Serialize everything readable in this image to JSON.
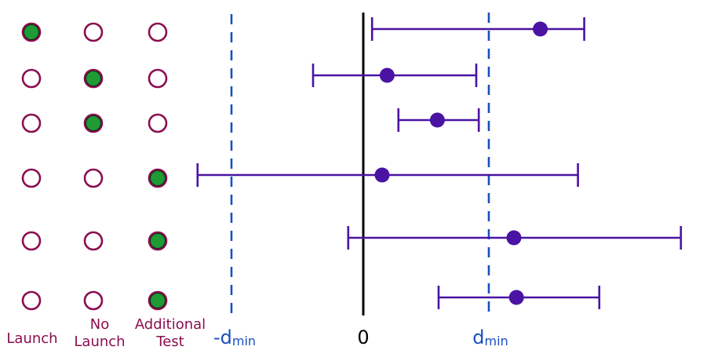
{
  "colors": {
    "option_ring": "#8b0e4f",
    "selected_fill": "#1f9a35",
    "interval": "#4a13a3",
    "threshold": "#1a4fbf",
    "axis": "#000000"
  },
  "decisions": {
    "columns": [
      {
        "key": "launch",
        "label_lines": [
          "Launch"
        ]
      },
      {
        "key": "no_launch",
        "label_lines": [
          "No",
          "Launch"
        ]
      },
      {
        "key": "additional_test",
        "label_lines": [
          "Additional",
          "Test"
        ]
      }
    ],
    "rows": [
      {
        "selected": "launch"
      },
      {
        "selected": "no_launch"
      },
      {
        "selected": "no_launch"
      },
      {
        "selected": "additional_test"
      },
      {
        "selected": "additional_test"
      },
      {
        "selected": "additional_test"
      }
    ]
  },
  "axis_labels": {
    "neg_dmin": "-dmin",
    "zero": "0",
    "dmin": "dmin"
  },
  "chart_data": {
    "type": "interval",
    "x_reference": {
      "neg_dmin": -1,
      "zero": 0,
      "dmin": 1
    },
    "intervals": [
      {
        "estimate": 1.41,
        "low": 0.07,
        "high": 1.76
      },
      {
        "estimate": 0.19,
        "low": -0.4,
        "high": 0.9
      },
      {
        "estimate": 0.59,
        "low": 0.28,
        "high": 0.92
      },
      {
        "estimate": 0.15,
        "low": -1.32,
        "high": 1.71
      },
      {
        "estimate": 1.2,
        "low": -0.12,
        "high": 2.53
      },
      {
        "estimate": 1.22,
        "low": 0.6,
        "high": 1.88
      }
    ]
  }
}
